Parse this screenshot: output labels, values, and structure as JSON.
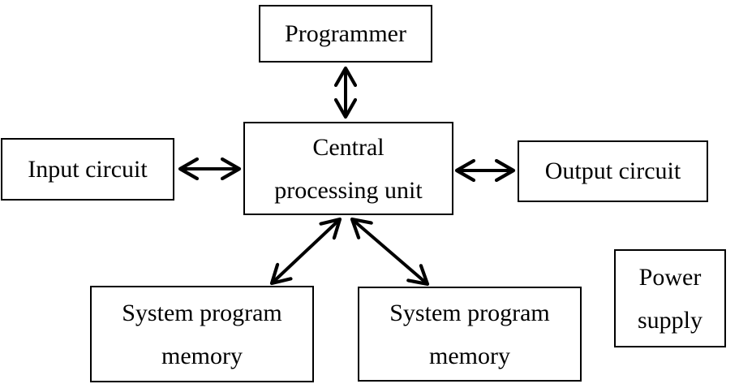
{
  "diagram": {
    "type": "block-diagram",
    "background_color": "#ffffff",
    "box_fill_color": "#ffffff",
    "box_border_color": "#000000",
    "text_color": "#000000",
    "arrow_color": "#000000",
    "nodes": {
      "programmer": {
        "lines": [
          "Programmer"
        ]
      },
      "cpu": {
        "lines": [
          "Central",
          "processing unit"
        ]
      },
      "input_circuit": {
        "lines": [
          "Input circuit"
        ]
      },
      "output_circuit": {
        "lines": [
          "Output circuit"
        ]
      },
      "memory_left": {
        "lines": [
          "System program",
          "memory"
        ]
      },
      "memory_right": {
        "lines": [
          "System program",
          "memory"
        ]
      },
      "power_supply": {
        "lines": [
          "Power",
          "supply"
        ]
      }
    },
    "edges": [
      {
        "from": "programmer",
        "to": "cpu",
        "style": "double-headed-arrow"
      },
      {
        "from": "input_circuit",
        "to": "cpu",
        "style": "double-headed-arrow"
      },
      {
        "from": "cpu",
        "to": "output_circuit",
        "style": "double-headed-arrow"
      },
      {
        "from": "cpu",
        "to": "memory_left",
        "style": "double-headed-arrow"
      },
      {
        "from": "cpu",
        "to": "memory_right",
        "style": "double-headed-arrow"
      }
    ]
  }
}
